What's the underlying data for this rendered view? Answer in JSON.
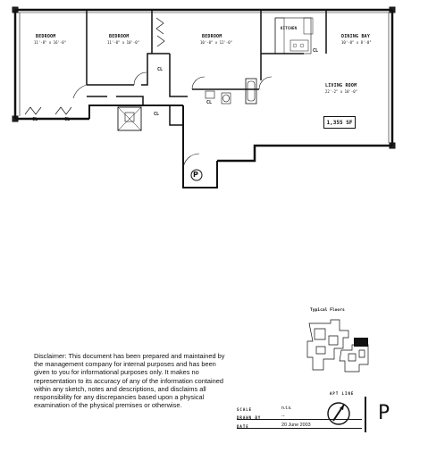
{
  "rooms": [
    {
      "name": "BEDROOM",
      "dim": "11'-8\" x 16'-0\""
    },
    {
      "name": "BEDROOM",
      "dim": "11'-0\" x 10'-0\""
    },
    {
      "name": "BEDROOM",
      "dim": "10'-0\" x 12'-0\""
    },
    {
      "name": "KITCHEN",
      "dim": ""
    },
    {
      "name": "DINING BAY",
      "dim": "10'-0\" x 8'-0\""
    },
    {
      "name": "LIVING ROOM",
      "dim": "22'-2\" x 18'-0\""
    }
  ],
  "closets": [
    "CL",
    "CL",
    "CL",
    "CL",
    "CL",
    "CL"
  ],
  "area": "1,355 SF",
  "elevator_mark": "P",
  "keyplan": {
    "title": "Typical Floors"
  },
  "disclaimer": "Disclaimer:  This document has been prepared and maintained by the management company for internal purposes and has been given to you for informational purposes only.  It makes no representation to its accuracy of any of the information contained within any sketch, notes and descriptions, and disclaims all responsibility for any discrepancies based upon a physical examination of the physical premises or otherwise.",
  "titleblock": {
    "scale_label": "SCALE",
    "scale_value": "n.t.s.",
    "drawn_label": "DRAWN BY",
    "drawn_value": "--",
    "date_label": "DATE",
    "date_value": "20 June 2003",
    "apt_label": "APT LINE",
    "apt_value": "P"
  }
}
